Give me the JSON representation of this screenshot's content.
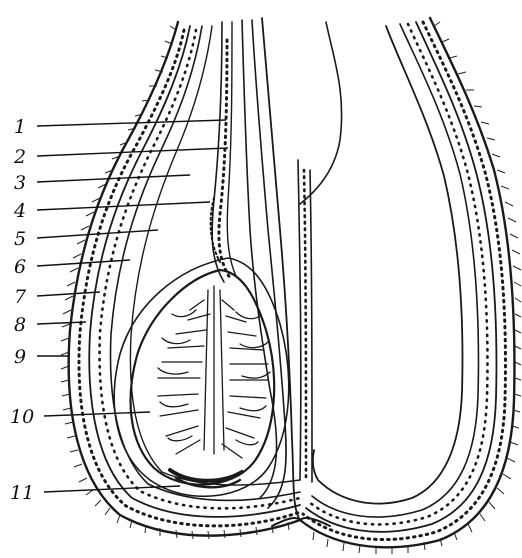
{
  "diagram": {
    "callouts": [
      {
        "number": "1"
      },
      {
        "number": "2"
      },
      {
        "number": "3"
      },
      {
        "number": "4"
      },
      {
        "number": "5"
      },
      {
        "number": "6"
      },
      {
        "number": "7"
      },
      {
        "number": "8"
      },
      {
        "number": "9"
      },
      {
        "number": "10"
      },
      {
        "number": "11"
      }
    ],
    "colors": {
      "ink": "#1a1a1a",
      "paper": "#ffffff"
    }
  }
}
